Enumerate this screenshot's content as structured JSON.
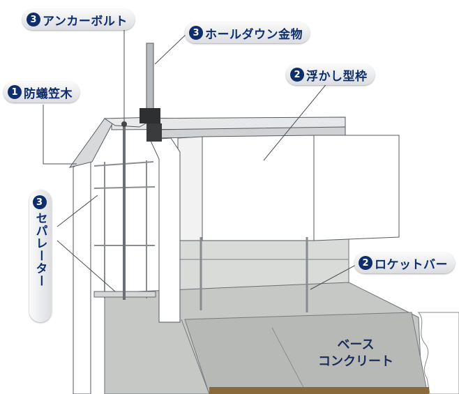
{
  "labels": {
    "anchor_bolt": {
      "num": "3",
      "text": "アンカーボルト"
    },
    "hold_down": {
      "num": "3",
      "text": "ホールダウン金物"
    },
    "termite_sill": {
      "num": "1",
      "text": "防蟻笠木"
    },
    "floating_form": {
      "num": "2",
      "text": "浮かし型枠"
    },
    "separator": {
      "num": "3",
      "text": "セパレーター"
    },
    "rocket_bar": {
      "num": "2",
      "text": "ロケットバー"
    }
  },
  "base_concrete": {
    "line1": "ベース",
    "line2": "コンクリート"
  },
  "colors": {
    "label_navy": "#0d2d6b",
    "concrete": "#c9cbc9",
    "formwork": "#ffffff",
    "outline": "#555a60"
  }
}
